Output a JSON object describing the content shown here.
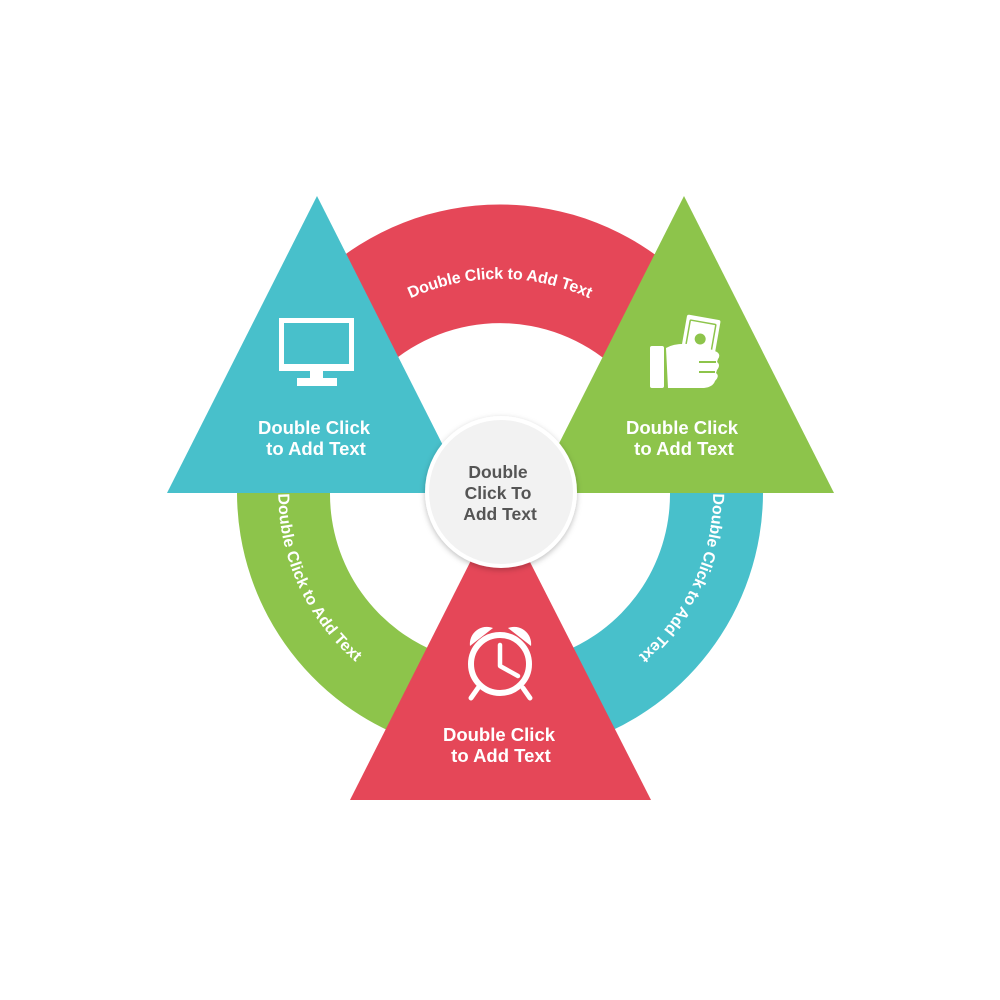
{
  "colors": {
    "red": "#e54758",
    "green": "#8dc44b",
    "teal": "#48c0cb",
    "white": "#ffffff",
    "center_fill": "#f2f2f2",
    "center_text": "#555555"
  },
  "ring_labels": {
    "top": "Double Click to Add Text",
    "left": "Double Click to Add Text",
    "right": "Double Click to Add Text"
  },
  "triangles": {
    "left": {
      "line1": "Double Click",
      "line2": "to Add Text",
      "icon": "monitor-icon",
      "color": "teal"
    },
    "right": {
      "line1": "Double Click",
      "line2": "to Add Text",
      "icon": "hand-money-icon",
      "color": "green"
    },
    "bottom": {
      "line1": "Double Click",
      "line2": "to Add Text",
      "icon": "alarm-clock-icon",
      "color": "red"
    }
  },
  "center": {
    "line1": "Double",
    "line2": "Click To",
    "line3": "Add Text"
  }
}
